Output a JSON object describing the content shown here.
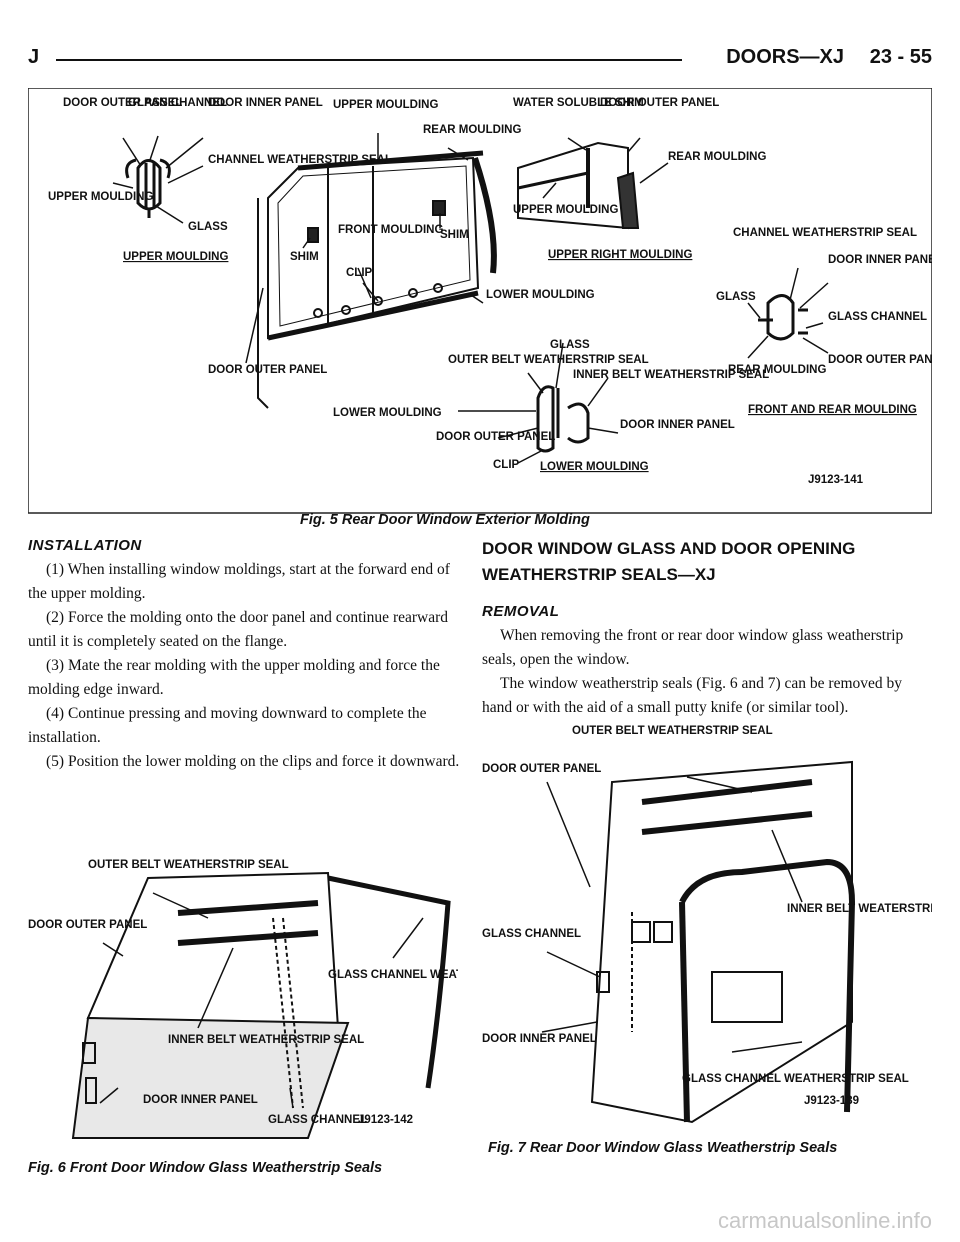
{
  "header": {
    "letter": "J",
    "section": "DOORS—XJ",
    "page": "23 - 55"
  },
  "fig5": {
    "caption": "Fig. 5 Rear Door Window Exterior Molding",
    "code": "J9123-141",
    "labels": {
      "door_outer_panel": "DOOR OUTER PANEL",
      "glass_channel": "GLASS CHANNEL",
      "door_inner_panel": "DOOR INNER PANEL",
      "channel_weatherstrip_seal": "CHANNEL WEATHERSTRIP SEAL",
      "upper_moulding": "UPPER MOULDING",
      "glass": "GLASS",
      "upper_moulding_title": "UPPER MOULDING",
      "upper_moulding_center": "UPPER MOULDING",
      "rear_moulding": "REAR MOULDING",
      "front_moulding": "FRONT MOULDING",
      "shim": "SHIM",
      "shim2": "SHIM",
      "clip": "CLIP",
      "lower_moulding": "LOWER MOULDING",
      "door_outer_panel_2": "DOOR OUTER PANEL",
      "water_soluble_shim": "WATER SOLUBLE SHIM",
      "door_outer_panel_3": "DOOR OUTER PANEL",
      "rear_moulding_2": "REAR MOULDING",
      "upper_moulding_2": "UPPER MOULDING",
      "upper_right_moulding_title": "UPPER RIGHT MOULDING",
      "channel_weatherstrip_seal_2": "CHANNEL WEATHERSTRIP SEAL",
      "door_inner_panel_2": "DOOR INNER PANEL",
      "glass_2": "GLASS",
      "glass_channel_2": "GLASS CHANNEL",
      "rear_moulding_3": "REAR MOULDING",
      "door_outer_panel_4": "DOOR OUTER PANEL",
      "front_and_rear_moulding_title": "FRONT AND REAR MOULDING",
      "glass_3": "GLASS",
      "outer_belt_weatherstrip_seal": "OUTER BELT WEATHERSTRIP SEAL",
      "inner_belt_weatherstrip_seal": "INNER BELT WEATHERSTRIP SEAL",
      "lower_moulding_2": "LOWER MOULDING",
      "door_outer_panel_5": "DOOR OUTER PANEL",
      "door_inner_panel_3": "DOOR INNER PANEL",
      "clip_2": "CLIP",
      "lower_moulding_title": "LOWER MOULDING"
    }
  },
  "installation": {
    "heading": "INSTALLATION",
    "steps": [
      "(1) When installing window moldings, start at the forward end of the upper molding.",
      "(2) Force the molding onto the door panel and continue rearward until it is completely seated on the flange.",
      "(3) Mate the rear molding with the upper molding and force the molding edge inward.",
      "(4) Continue pressing and moving downward to complete the installation.",
      "(5) Position the lower molding on the clips and force it downward."
    ]
  },
  "section2": {
    "heading": "DOOR WINDOW GLASS AND DOOR OPENING WEATHERSTRIP SEALS—XJ",
    "removal_heading": "REMOVAL",
    "paragraphs": [
      "When removing the front or rear door window glass weatherstrip seals, open the window.",
      "The window weatherstrip seals (Fig. 6 and 7) can be removed by hand or with the aid of a small putty knife (or similar tool)."
    ]
  },
  "fig6": {
    "caption": "Fig. 6 Front Door Window Glass Weatherstrip Seals",
    "code": "J9123-142",
    "labels": {
      "outer_belt": "OUTER BELT WEATHERSTRIP SEAL",
      "door_outer_panel": "DOOR OUTER PANEL",
      "glass_channel_weatherstrip": "GLASS CHANNEL WEATHERSTRIP",
      "inner_belt": "INNER BELT WEATHERSTRIP SEAL",
      "door_inner_panel": "DOOR INNER PANEL",
      "glass_channel": "GLASS CHANNEL"
    }
  },
  "fig7": {
    "caption": "Fig. 7 Rear Door Window Glass Weatherstrip Seals",
    "code": "J9123-139",
    "labels": {
      "outer_belt": "OUTER BELT WEATHERSTRIP SEAL",
      "door_outer_panel": "DOOR OUTER PANEL",
      "inner_belt": "INNER BELT WEATERSTRIP SEAL",
      "glass_channel": "GLASS CHANNEL",
      "door_inner_panel": "DOOR INNER PANEL",
      "glass_channel_weatherstrip_seal": "GLASS CHANNEL WEATHERSTRIP SEAL"
    }
  },
  "watermark": "carmanualsonline.info"
}
